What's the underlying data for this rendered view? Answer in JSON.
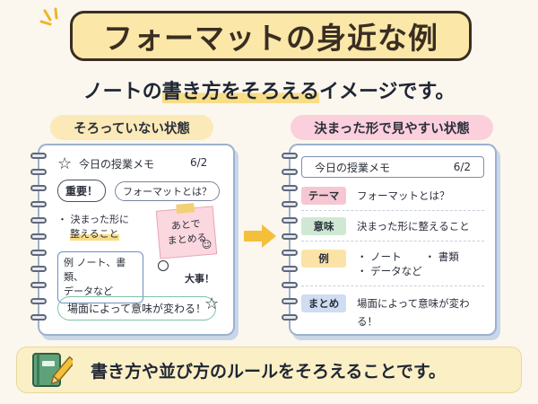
{
  "title": "フォーマットの身近な例",
  "subtitle": {
    "before": "ノートの",
    "highlight": "書き方をそろえる",
    "after": "イメージです。"
  },
  "left": {
    "label": "そろっていない状態",
    "date": "6/2",
    "heading": "今日の授業メモ",
    "important": "重要！",
    "question": "フォーマットとは？",
    "bullet_line1": "・ 決まった形に",
    "bullet_line2": "整えること",
    "sticky_line1": "あとで",
    "sticky_line2": "まとめる",
    "example_line1": "例  ノート、書類、",
    "example_line2": "データなど",
    "daiji": "大事！",
    "scene": "場面によって意味が変わる！"
  },
  "right": {
    "label": "決まった形で見やすい状態",
    "heading": "今日の授業メモ",
    "date": "6/2",
    "rows": [
      {
        "tag": "テーマ",
        "text": "フォーマットとは？",
        "color": "#f6c7d2"
      },
      {
        "tag": "意味",
        "text": "決まった形に整えること",
        "color": "#cfe8d3"
      },
      {
        "tag": "例",
        "items": [
          "・ ノート",
          "・ 書類",
          "・ データなど"
        ],
        "color": "#fbe3a8"
      },
      {
        "tag": "まとめ",
        "text": "場面によって意味が変わる！",
        "color": "#cfdcf2"
      }
    ]
  },
  "bottom": {
    "text": "書き方や並び方のルールをそろえることです。"
  },
  "colors": {
    "accent_yellow": "#fbe7a8",
    "accent_pink": "#fbd0dc",
    "arrow": "#f4bf3a",
    "notebook_border": "#9bb1cf"
  },
  "icons": [
    "sparkle-icon",
    "star-icon",
    "smile-icon",
    "arrow-right-icon",
    "notebook-pencil-icon"
  ]
}
